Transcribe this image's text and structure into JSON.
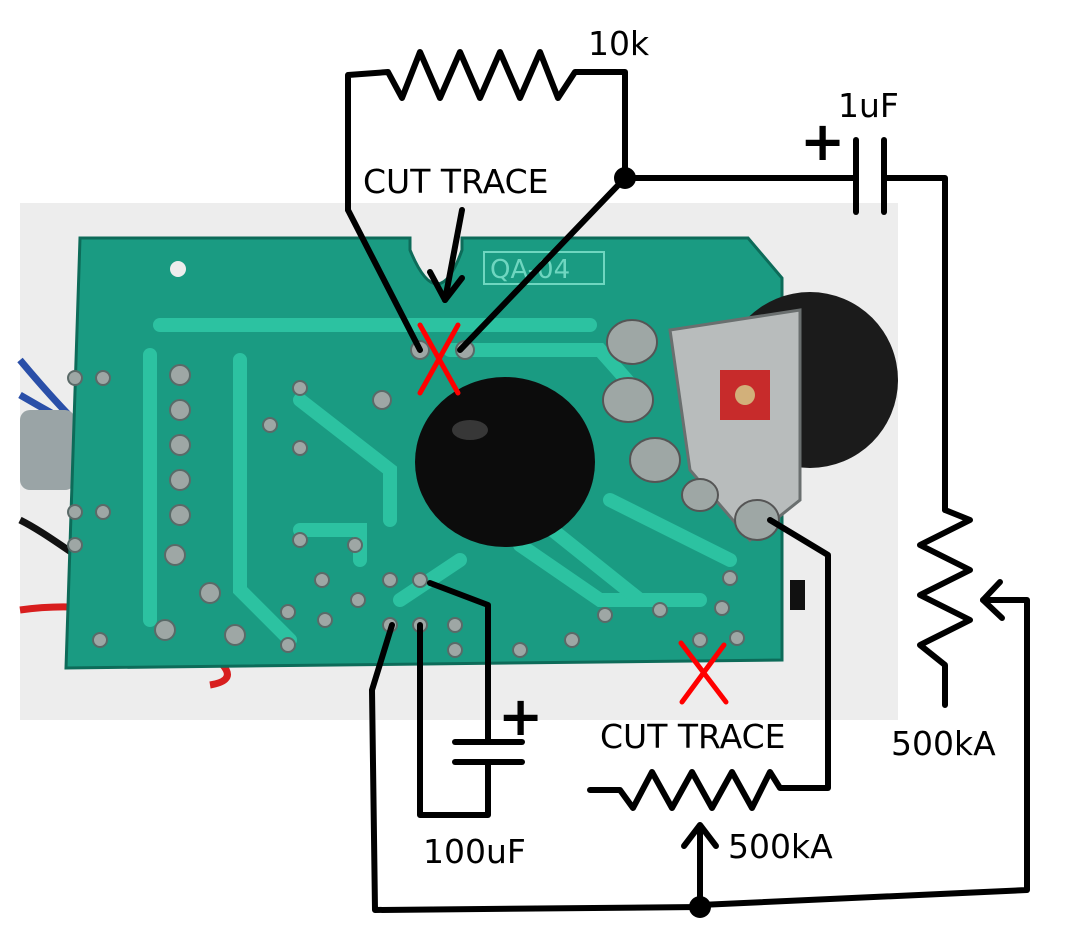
{
  "labels": {
    "resistor_fixed": "10k",
    "cap_small": "1uF",
    "cap_small_plus": "+",
    "cut_trace_top": "CUT TRACE",
    "cut_trace_bottom": "CUT TRACE",
    "board_marking": "QA-04",
    "pot_right": "500kA",
    "pot_bottom": "500kA",
    "cap_large": "100uF",
    "cap_large_plus": "+"
  },
  "colors": {
    "background": "#ffffff",
    "photo_backdrop": "#ededed",
    "pcb_green": "#1a9b82",
    "pcb_trace": "#2cc2a1",
    "solder": "#9ea7a5",
    "knob": "#111111",
    "cut_mark": "#ff0000",
    "wire_blue": "#2a4fa8",
    "wire_red": "#d81e1e",
    "wire_black": "#111111",
    "schematic_line": "#000000"
  },
  "icons": {
    "cut_mark": "red-x-icon",
    "arrow": "down-arrow-icon",
    "junction": "junction-dot-icon"
  }
}
